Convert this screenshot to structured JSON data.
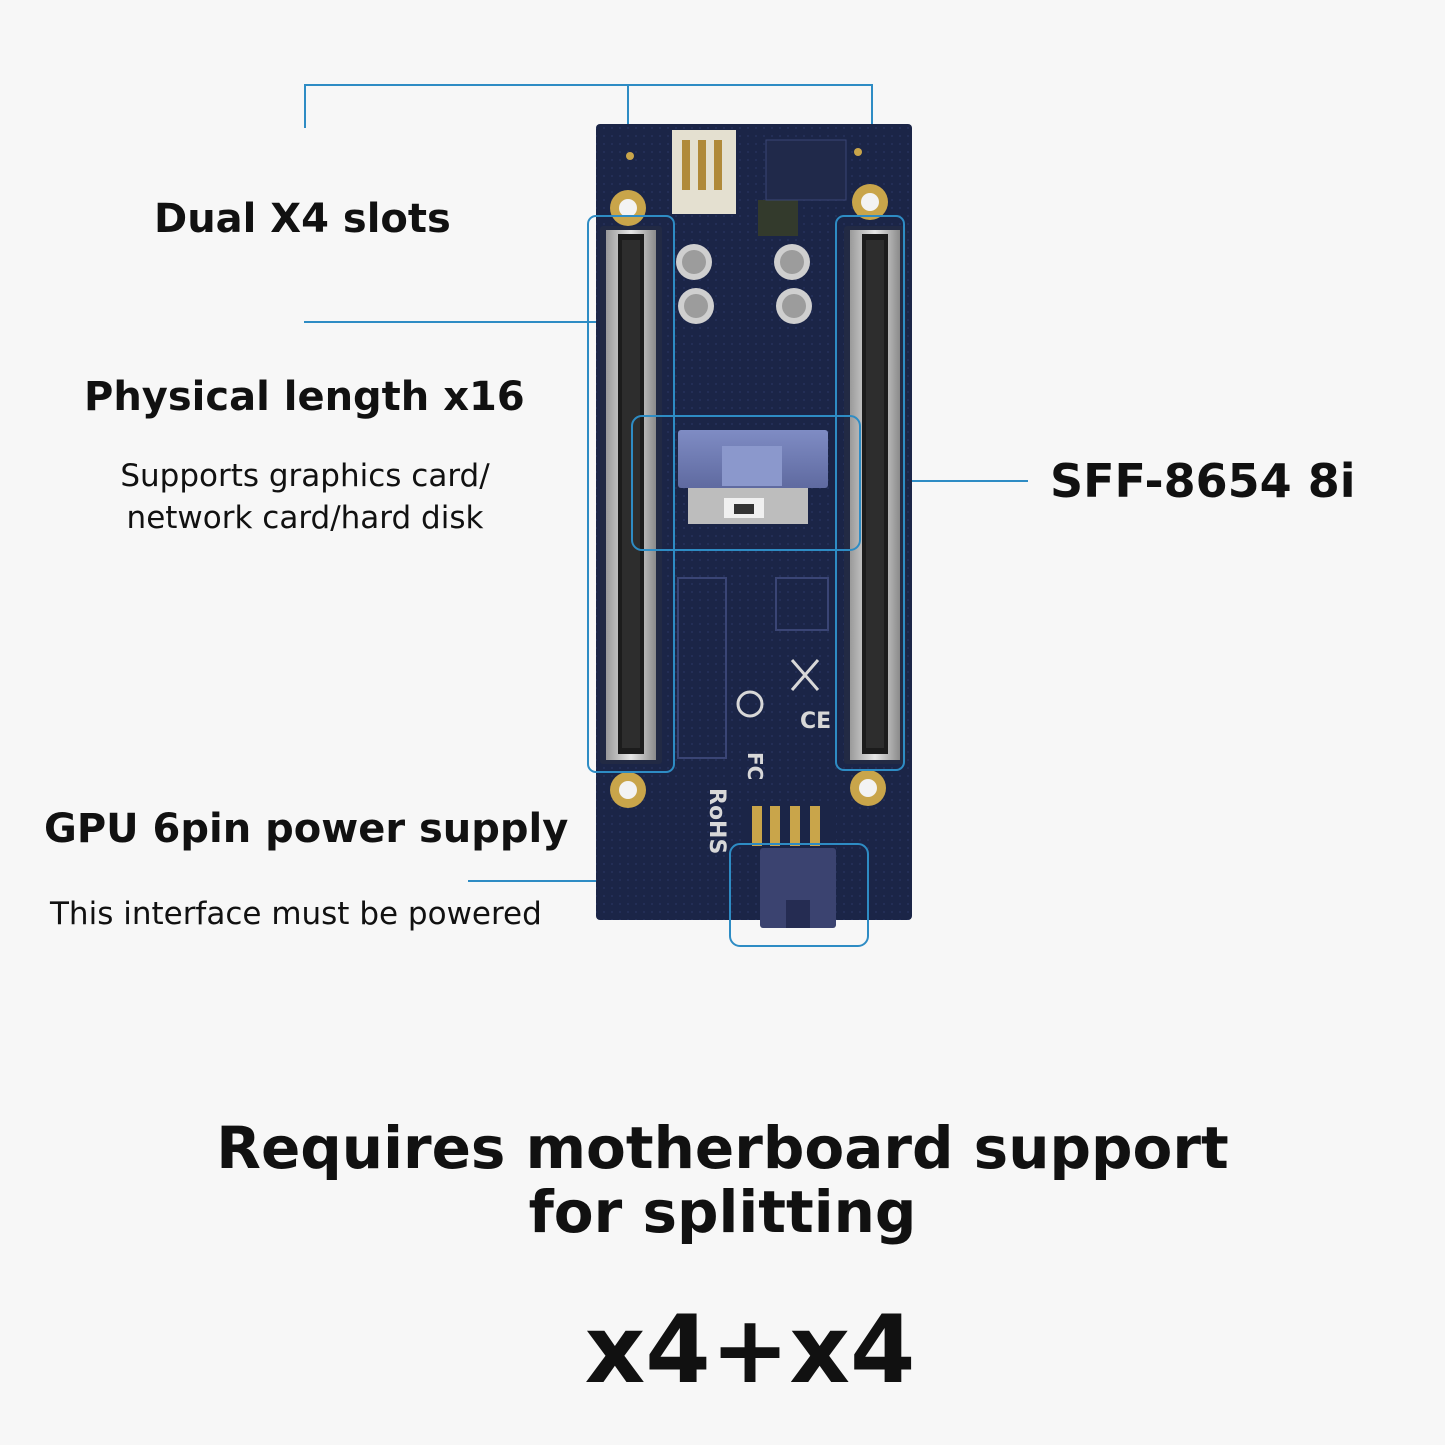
{
  "callouts": {
    "dual_slots": "Dual X4 slots",
    "physical_length": "Physical length x16",
    "physical_length_sub_line1": "Supports graphics card/",
    "physical_length_sub_line2": "network card/hard disk",
    "sff": "SFF-8654 8i",
    "gpu_power": "GPU 6pin power supply",
    "gpu_power_sub": "This interface must be powered"
  },
  "footer": {
    "line1": "Requires motherboard support",
    "line2": "for splitting",
    "split_mode": "x4+x4"
  },
  "board": {
    "rohs_mark": "RoHS",
    "fcc_mark": "FC",
    "ce_mark": "CE"
  },
  "colors": {
    "pcb": "#1b2547",
    "callout_line": "#2e8cc4",
    "background": "#f7f7f7"
  }
}
